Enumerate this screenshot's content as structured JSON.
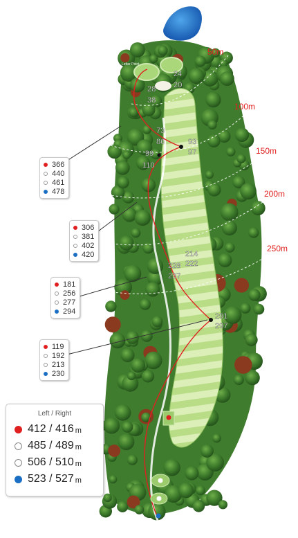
{
  "distance_markers": [
    "50m",
    "100m",
    "150m",
    "200m",
    "250m"
  ],
  "green_label": "Letter Point",
  "hole_numbers": [
    "24",
    "20",
    "28",
    "38",
    "73",
    "86",
    "93",
    "97",
    "99",
    "110",
    "214",
    "222",
    "228",
    "237",
    "291",
    "297"
  ],
  "callouts": [
    {
      "values": [
        "366",
        "440",
        "461",
        "478"
      ]
    },
    {
      "values": [
        "306",
        "381",
        "402",
        "420"
      ]
    },
    {
      "values": [
        "181",
        "256",
        "277",
        "294"
      ]
    },
    {
      "values": [
        "119",
        "192",
        "213",
        "230"
      ]
    }
  ],
  "legend": {
    "header": "Left   /  Right",
    "unit": "m",
    "rows": [
      {
        "value": "412 / 416",
        "tee": "red"
      },
      {
        "value": "485 / 489",
        "tee": "white"
      },
      {
        "value": "506 / 510",
        "tee": "white"
      },
      {
        "value": "523 / 527",
        "tee": "blue"
      }
    ]
  },
  "colors": {
    "red_tee": "#e02020",
    "blue_tee": "#1a6fc4",
    "marker_text": "#e02020",
    "fairway": "#cfe7a6",
    "rough": "#4f8e35"
  }
}
